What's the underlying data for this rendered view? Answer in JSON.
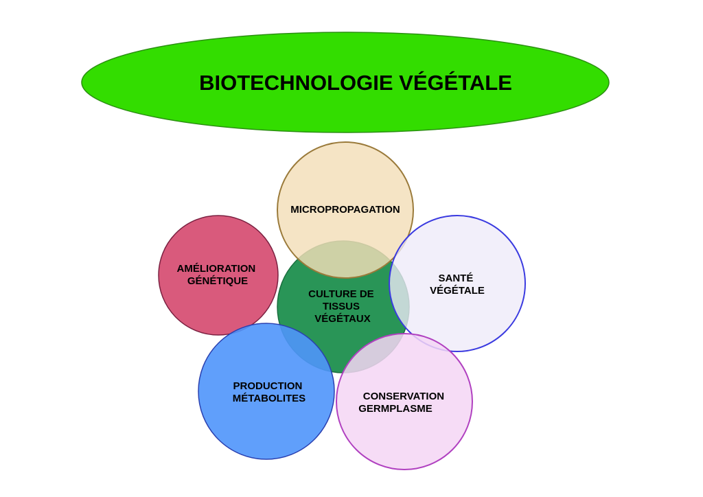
{
  "title": {
    "text": "BIOTECHNOLOGIE VÉGÉTALE",
    "color": "#33dd00"
  },
  "nodes": {
    "center": {
      "lines": [
        "CULTURE DE",
        "TISSUS",
        "VÉGÉTAUX"
      ],
      "fill": "#1e8f4e",
      "stroke": "#1a6e3e"
    },
    "micropropagation": {
      "lines": [
        "MICROPROPAGATION"
      ],
      "fill": "#f3deb8",
      "stroke": "#9a7a3a"
    },
    "sante": {
      "lines": [
        "SANTÉ",
        "VÉGÉTALE"
      ],
      "fill": "#eeeaf8",
      "stroke": "#3a3ae0"
    },
    "conservation": {
      "lines": [
        "CONSERVATION",
        "GERMPLASME"
      ],
      "fill": "#f5d6f5",
      "stroke": "#b040c0"
    },
    "production": {
      "lines": [
        "PRODUCTION",
        "MÉTABOLITES"
      ],
      "fill": "#4f95fb",
      "stroke": "#2a40b0"
    },
    "amelioration": {
      "lines": [
        "AMÉLIORATION",
        "GÉNÉTIQUE"
      ],
      "fill": "#d4436a",
      "stroke": "#7a2040"
    }
  }
}
